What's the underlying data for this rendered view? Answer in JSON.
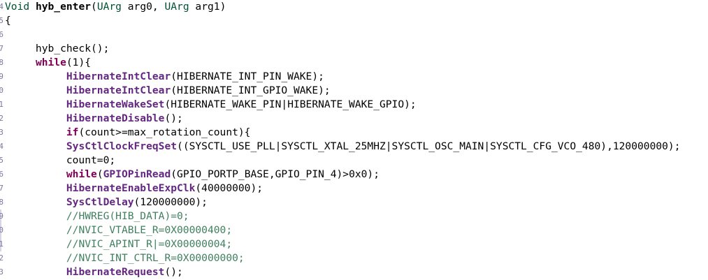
{
  "editor": {
    "lines": [
      {
        "n": "4",
        "segs": [
          [
            "ty",
            "Void "
          ],
          [
            "fn",
            "hyb_enter"
          ],
          [
            "pl",
            "("
          ],
          [
            "ty",
            "UArg"
          ],
          [
            "pl",
            " arg0, "
          ],
          [
            "ty",
            "UArg"
          ],
          [
            "pl",
            " arg1)"
          ]
        ]
      },
      {
        "n": "5",
        "segs": [
          [
            "pl",
            "{"
          ]
        ]
      },
      {
        "n": "6",
        "segs": [
          [
            "pl",
            ""
          ]
        ]
      },
      {
        "n": "7",
        "segs": [
          [
            "pl",
            "     hyb_check();"
          ]
        ]
      },
      {
        "n": "8",
        "segs": [
          [
            "pl",
            "     "
          ],
          [
            "kw",
            "while"
          ],
          [
            "pl",
            "(1){"
          ]
        ]
      },
      {
        "n": "9",
        "segs": [
          [
            "pl",
            "          "
          ],
          [
            "api",
            "HibernateIntClear"
          ],
          [
            "pl",
            "(HIBERNATE_INT_PIN_WAKE);"
          ]
        ]
      },
      {
        "n": "0",
        "segs": [
          [
            "pl",
            "          "
          ],
          [
            "api",
            "HibernateIntClear"
          ],
          [
            "pl",
            "(HIBERNATE_INT_GPIO_WAKE);"
          ]
        ]
      },
      {
        "n": "1",
        "segs": [
          [
            "pl",
            "          "
          ],
          [
            "api",
            "HibernateWakeSet"
          ],
          [
            "pl",
            "(HIBERNATE_WAKE_PIN|HIBERNATE_WAKE_GPIO);"
          ]
        ]
      },
      {
        "n": "2",
        "segs": [
          [
            "pl",
            "          "
          ],
          [
            "api",
            "HibernateDisable"
          ],
          [
            "pl",
            "();"
          ]
        ]
      },
      {
        "n": "3",
        "segs": [
          [
            "pl",
            "          "
          ],
          [
            "kw",
            "if"
          ],
          [
            "pl",
            "(count>=max_rotation_count){"
          ]
        ]
      },
      {
        "n": "4",
        "segs": [
          [
            "pl",
            "          "
          ],
          [
            "api",
            "SysCtlClockFreqSet"
          ],
          [
            "pl",
            "((SYSCTL_USE_PLL|SYSCTL_XTAL_25MHZ|SYSCTL_OSC_MAIN|SYSCTL_CFG_VCO_480),120000000);"
          ]
        ]
      },
      {
        "n": "5",
        "segs": [
          [
            "pl",
            "          count=0;"
          ]
        ]
      },
      {
        "n": "6",
        "segs": [
          [
            "pl",
            "          "
          ],
          [
            "kw",
            "while"
          ],
          [
            "pl",
            "("
          ],
          [
            "api",
            "GPIOPinRead"
          ],
          [
            "pl",
            "(GPIO_PORTP_BASE,GPIO_PIN_4)>0x0);"
          ]
        ]
      },
      {
        "n": "7",
        "segs": [
          [
            "pl",
            "          "
          ],
          [
            "api",
            "HibernateEnableExpClk"
          ],
          [
            "pl",
            "(40000000);"
          ]
        ]
      },
      {
        "n": "8",
        "segs": [
          [
            "pl",
            "          "
          ],
          [
            "api",
            "SysCtlDelay"
          ],
          [
            "pl",
            "(120000000);"
          ]
        ]
      },
      {
        "n": "9",
        "segs": [
          [
            "pl",
            "          "
          ],
          [
            "cm",
            "//HWREG(HIB_DATA)=0;"
          ]
        ]
      },
      {
        "n": "0",
        "segs": [
          [
            "pl",
            "          "
          ],
          [
            "cm",
            "//NVIC_VTABLE_R=0X00000400;"
          ]
        ]
      },
      {
        "n": "1",
        "segs": [
          [
            "pl",
            "          "
          ],
          [
            "cm",
            "//NVIC_APINT_R|=0X00000004;"
          ]
        ]
      },
      {
        "n": "2",
        "segs": [
          [
            "pl",
            "          "
          ],
          [
            "cm",
            "//NVIC_INT_CTRL_R=0X00000000;"
          ]
        ]
      },
      {
        "n": "3",
        "segs": [
          [
            "pl",
            "          "
          ],
          [
            "api",
            "HibernateRequest"
          ],
          [
            "pl",
            "();"
          ]
        ]
      }
    ]
  }
}
